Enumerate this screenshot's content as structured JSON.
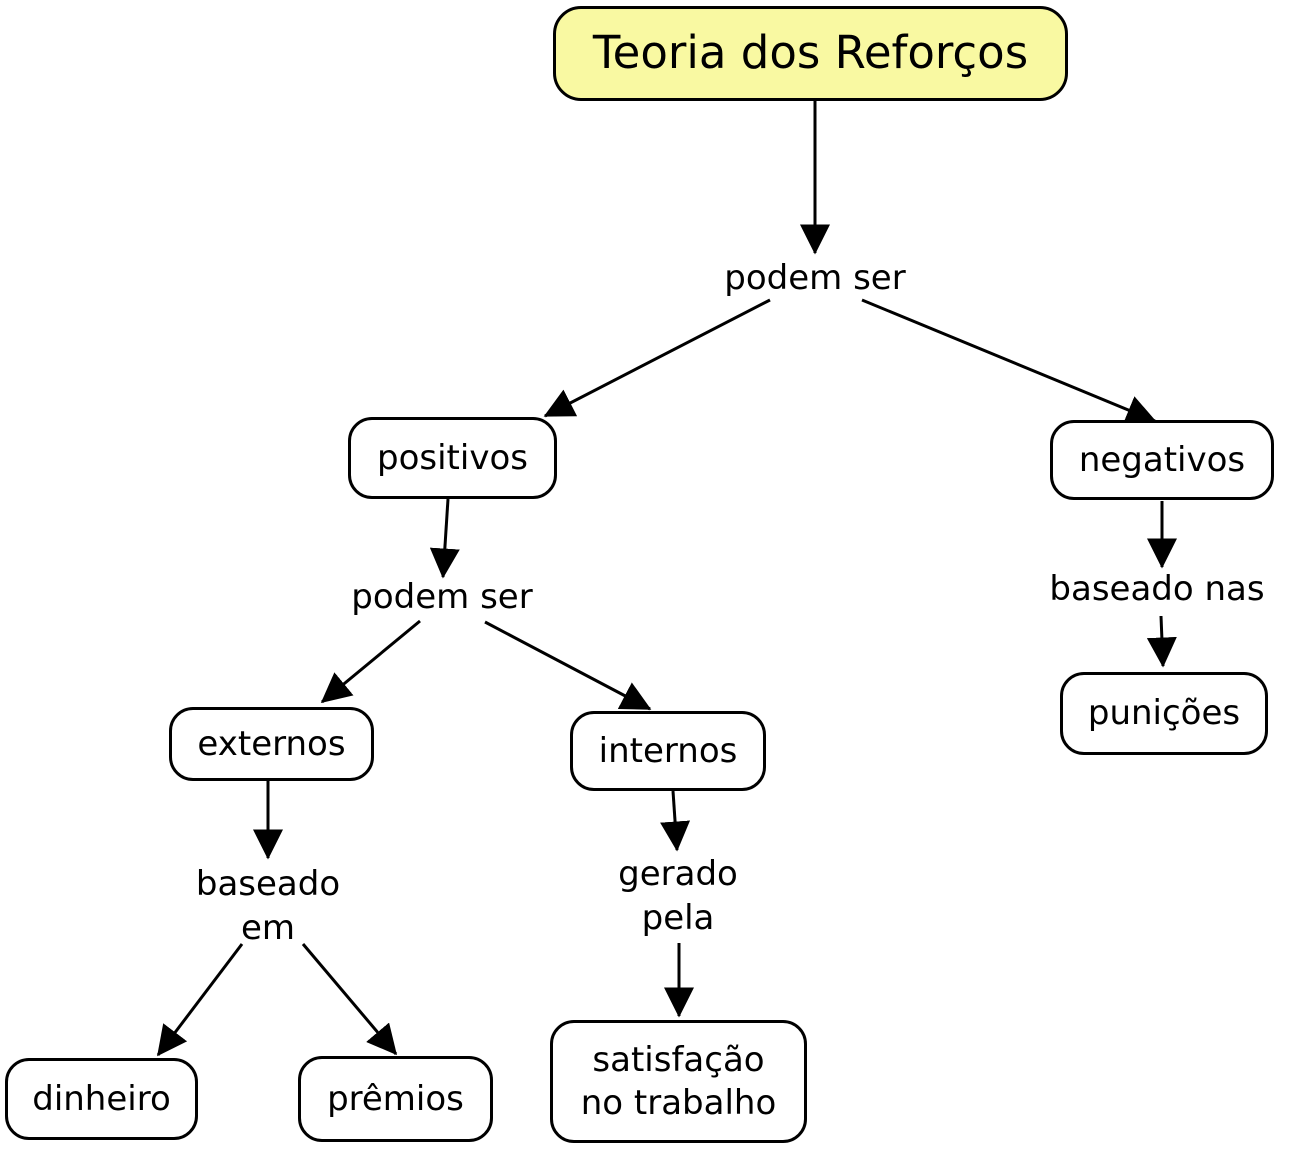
{
  "diagram": {
    "type": "concept-map",
    "title": "Teoria dos Reforços",
    "colors": {
      "root_node_fill": "#F9F9A2",
      "node_fill": "#FFFFFF",
      "node_border": "#000000",
      "text": "#000000",
      "arrow": "#000000",
      "canvas_background": "#FFFFFF"
    },
    "nodes": {
      "root": {
        "label": "Teoria dos Reforços"
      },
      "positivos": {
        "label": "positivos"
      },
      "negativos": {
        "label": "negativos"
      },
      "externos": {
        "label": "externos"
      },
      "internos": {
        "label": "internos"
      },
      "dinheiro": {
        "label": "dinheiro"
      },
      "premios": {
        "label": "prêmios"
      },
      "satisfacao": {
        "label": "satisfação\nno trabalho"
      },
      "punicoes": {
        "label": "punições"
      }
    },
    "link_labels": {
      "podem_ser_1": {
        "label": "podem ser"
      },
      "podem_ser_2": {
        "label": "podem ser"
      },
      "baseado_em": {
        "label": "baseado\nem"
      },
      "gerado_pela": {
        "label": "gerado\npela"
      },
      "baseado_nas": {
        "label": "baseado nas"
      }
    },
    "edges": [
      {
        "from": "Teoria dos Reforços",
        "label": "podem ser",
        "to": "positivos"
      },
      {
        "from": "Teoria dos Reforços",
        "label": "podem ser",
        "to": "negativos"
      },
      {
        "from": "positivos",
        "label": "podem ser",
        "to": "externos"
      },
      {
        "from": "positivos",
        "label": "podem ser",
        "to": "internos"
      },
      {
        "from": "externos",
        "label": "baseado em",
        "to": "dinheiro"
      },
      {
        "from": "externos",
        "label": "baseado em",
        "to": "prêmios"
      },
      {
        "from": "internos",
        "label": "gerado pela",
        "to": "satisfação no trabalho"
      },
      {
        "from": "negativos",
        "label": "baseado nas",
        "to": "punições"
      }
    ]
  }
}
